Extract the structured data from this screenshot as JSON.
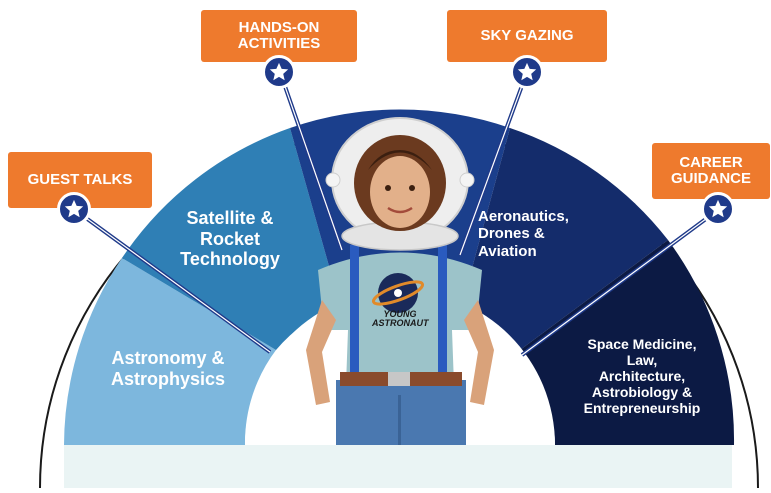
{
  "segments": [
    {
      "label": "Astronomy &\nAstrophysics",
      "color": "#7db7dd"
    },
    {
      "label": "Satellite &\nRocket\nTechnology",
      "color": "#2f7fb5"
    },
    {
      "label": "",
      "color": "#1b3f8c"
    },
    {
      "label": "Aeronautics,\nDrones &\nAviation",
      "color": "#142c6b"
    },
    {
      "label": "Space Medicine,\nLaw,\nArchitecture,\nAstrobiology &\nEntrepreneurship",
      "color": "#0c1a44"
    }
  ],
  "tags": {
    "guest_talks": "GUEST TALKS",
    "hands_on": "HANDS-ON\nACTIVITIES",
    "sky_gazing": "SKY GAZING",
    "career": "CAREER\nGUIDANCE"
  },
  "shirt_logo": "YOUNG\nASTRONAUT",
  "colors": {
    "tag_orange": "#ee7a2d",
    "badge_blue": "#1f3a8a",
    "arc_line": "#1a1a1a",
    "base_fill": "#eaf4f4"
  }
}
